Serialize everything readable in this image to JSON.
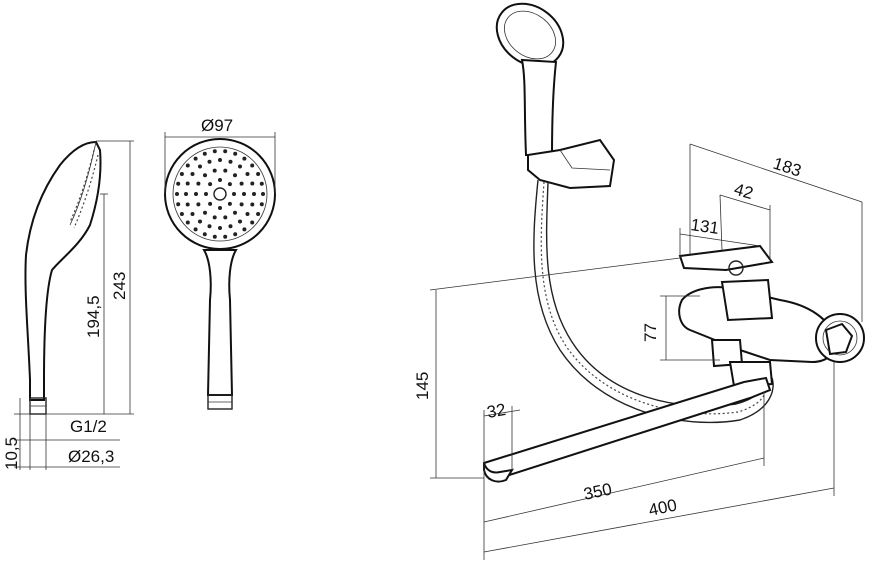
{
  "dimensions": {
    "head_diameter": "Ø97",
    "handle_length": "194,5",
    "total_length": "243",
    "thread": "G1/2",
    "thread_diameter": "Ø26,3",
    "thread_length": "10,5",
    "depth_183": "183",
    "depth_42": "42",
    "depth_131": "131",
    "height_77": "77",
    "height_145": "145",
    "spout_32": "32",
    "spout_350": "350",
    "spout_400": "400"
  }
}
